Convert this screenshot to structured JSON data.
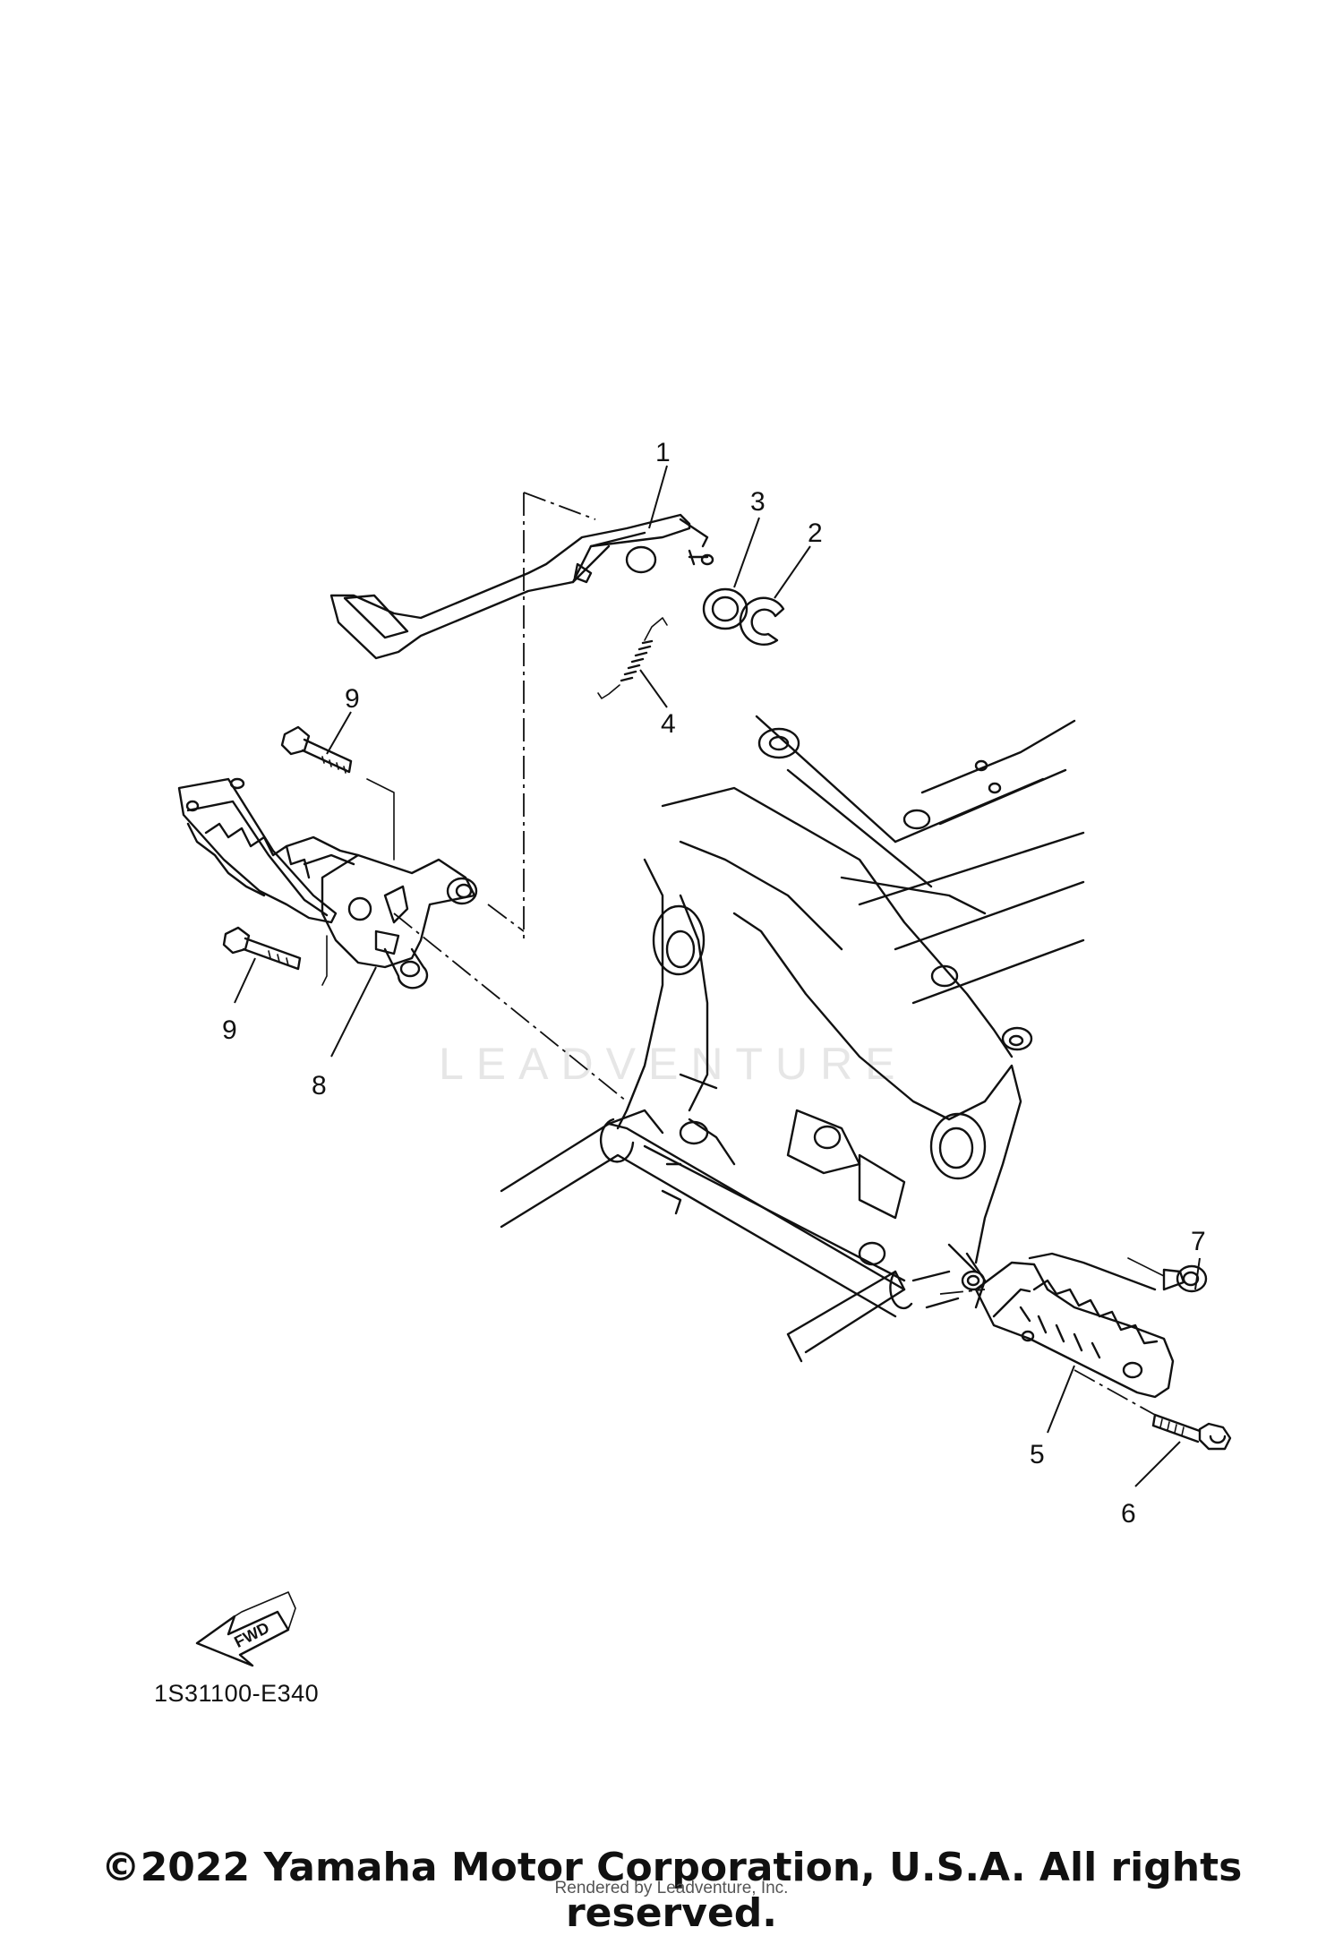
{
  "callouts": [
    {
      "number": "1",
      "part": "brake pedal"
    },
    {
      "number": "2",
      "part": "circlip"
    },
    {
      "number": "3",
      "part": "plain washer"
    },
    {
      "number": "4",
      "part": "spring"
    },
    {
      "number": "5",
      "part": "right footrest"
    },
    {
      "number": "6",
      "part": "bolt"
    },
    {
      "number": "7",
      "part": "bolt"
    },
    {
      "number": "8",
      "part": "left footrest assembly"
    },
    {
      "number": "9",
      "part": "bolt"
    },
    {
      "number": "9",
      "part": "bolt"
    }
  ],
  "watermark": "LEADVENTURE",
  "fwd_label": "FWD",
  "diagram_code": "1S31100-E340",
  "copyright": "©2022 Yamaha Motor Corporation, U.S.A. All rights reserved.",
  "rendered_by": "Rendered by Leadventure, Inc."
}
